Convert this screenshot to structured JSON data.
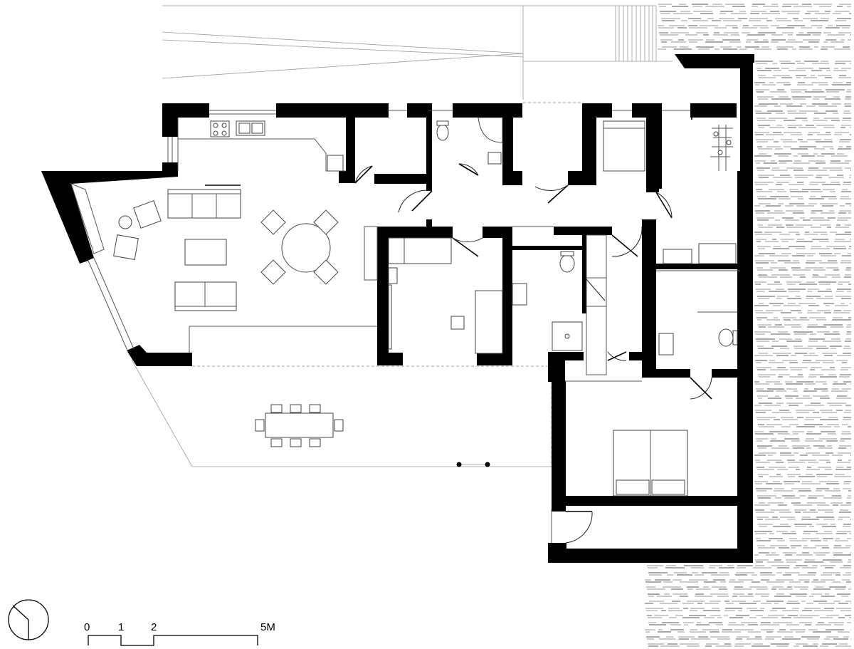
{
  "scale_bar": {
    "labels": [
      "0",
      "1",
      "2",
      "5M"
    ]
  },
  "icons": {
    "north_arrow": "north-arrow-icon"
  }
}
